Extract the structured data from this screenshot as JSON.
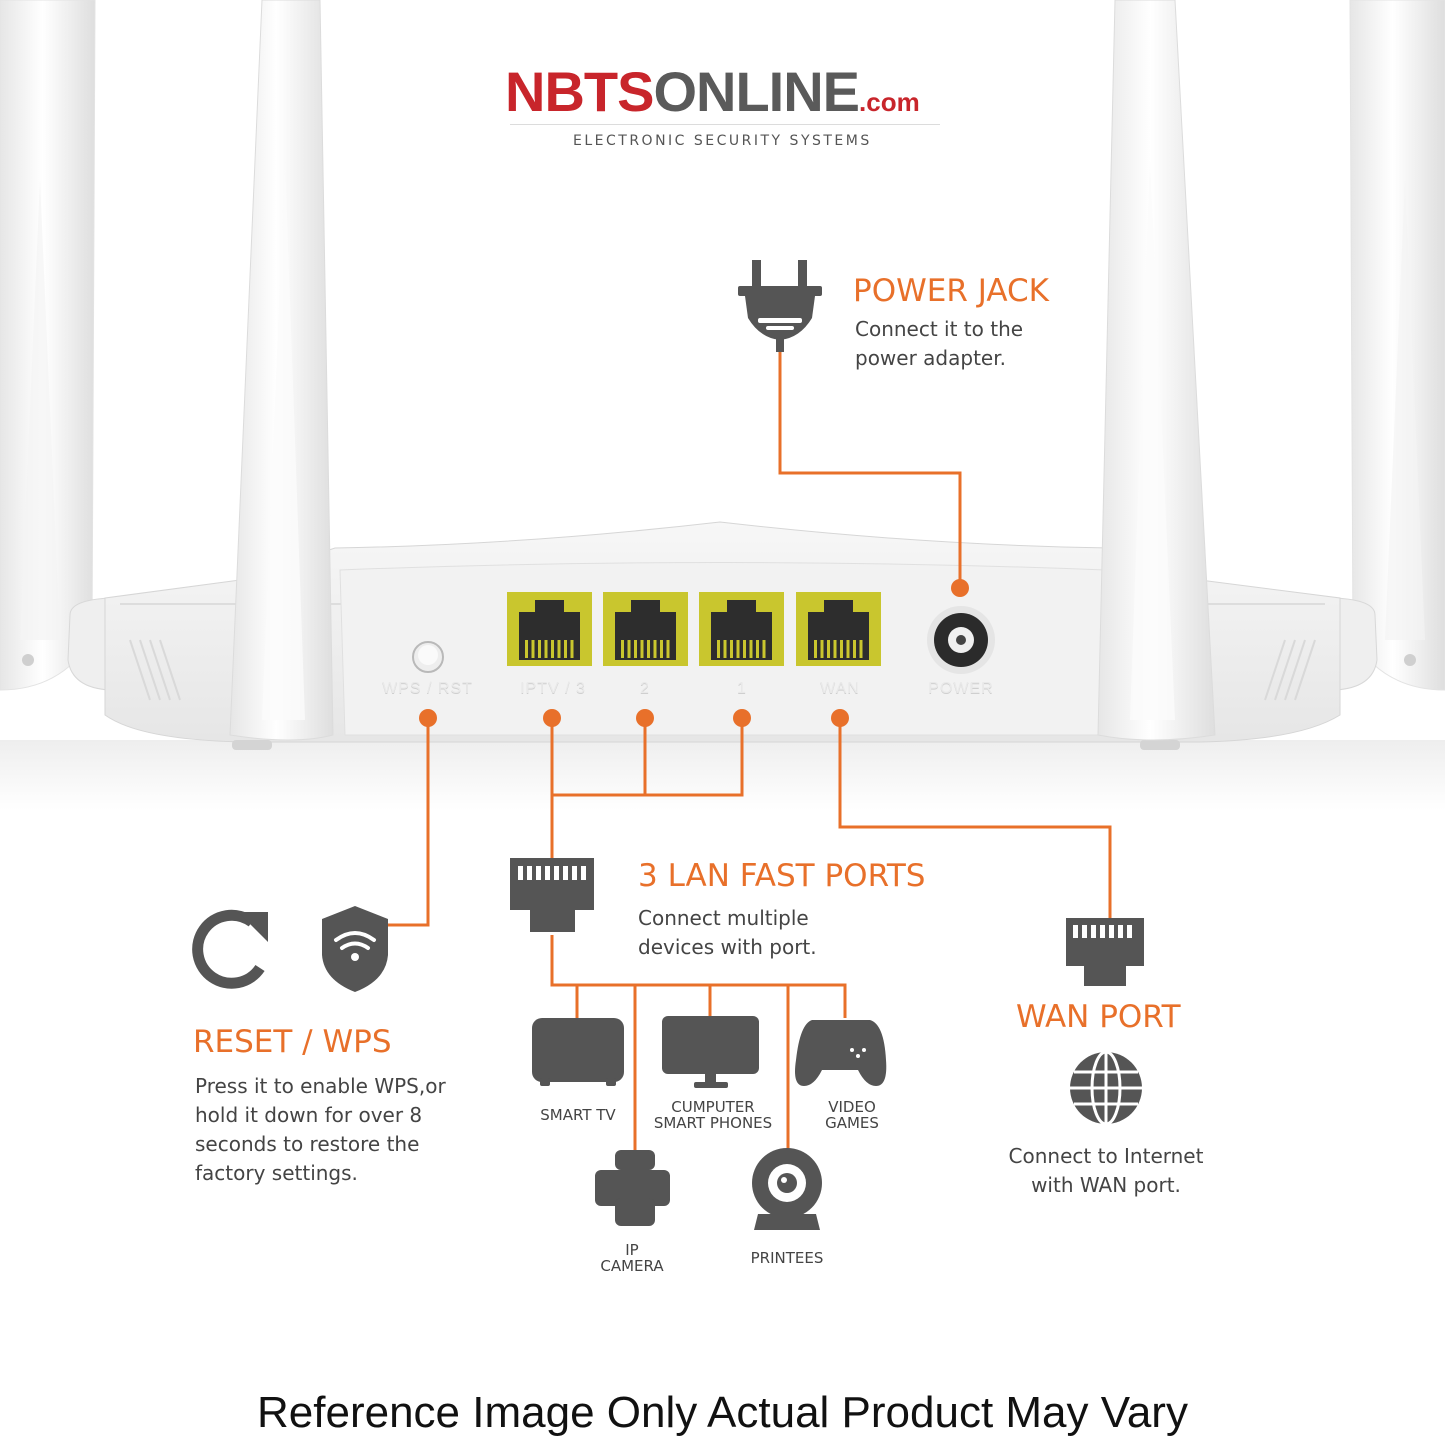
{
  "brand": {
    "name_red": "NBTS",
    "name_gray": "ONLINE",
    "suffix": ".com",
    "tagline": "ELECTRONIC SECURITY SYSTEMS"
  },
  "router": {
    "port_labels": [
      "WPS / RST",
      "IPTV / 3",
      "2",
      "1",
      "WAN",
      "POWER"
    ]
  },
  "callouts": {
    "power_jack": {
      "title": "POWER JACK",
      "lines": [
        "Connect it to the",
        "power adapter."
      ],
      "icon": "power-plug-icon"
    },
    "lan": {
      "title": "3 LAN FAST PORTS",
      "lines": [
        "Connect multiple",
        "devices with port."
      ],
      "icon": "ethernet-port-icon"
    },
    "reset": {
      "title": "RESET / WPS",
      "lines": [
        "Press it to enable WPS,or",
        "hold it down for over 8",
        "seconds to restore the",
        "factory settings."
      ],
      "icons": [
        "refresh-icon",
        "wifi-shield-icon"
      ]
    },
    "wan": {
      "title": "WAN PORT",
      "lines": [
        "Connect to Internet",
        "with WAN port."
      ],
      "icons": [
        "ethernet-port-icon",
        "globe-icon"
      ]
    }
  },
  "devices": [
    {
      "label": "SMART TV",
      "icon": "tv-icon"
    },
    {
      "label": "CUMPUTER\nSMART PHONES",
      "icon": "monitor-icon"
    },
    {
      "label": "VIDEO\nGAMES",
      "icon": "gamepad-icon"
    },
    {
      "label": "IP\nCAMERA",
      "icon": "printer-icon"
    },
    {
      "label": "PRINTEES",
      "icon": "webcam-icon"
    }
  ],
  "colors": {
    "accent": "#e8702a",
    "icon": "#555555",
    "brand_red": "#c8252b",
    "port_yellow": "#c9c62e"
  },
  "disclaimer": "Reference Image Only Actual Product May Vary"
}
